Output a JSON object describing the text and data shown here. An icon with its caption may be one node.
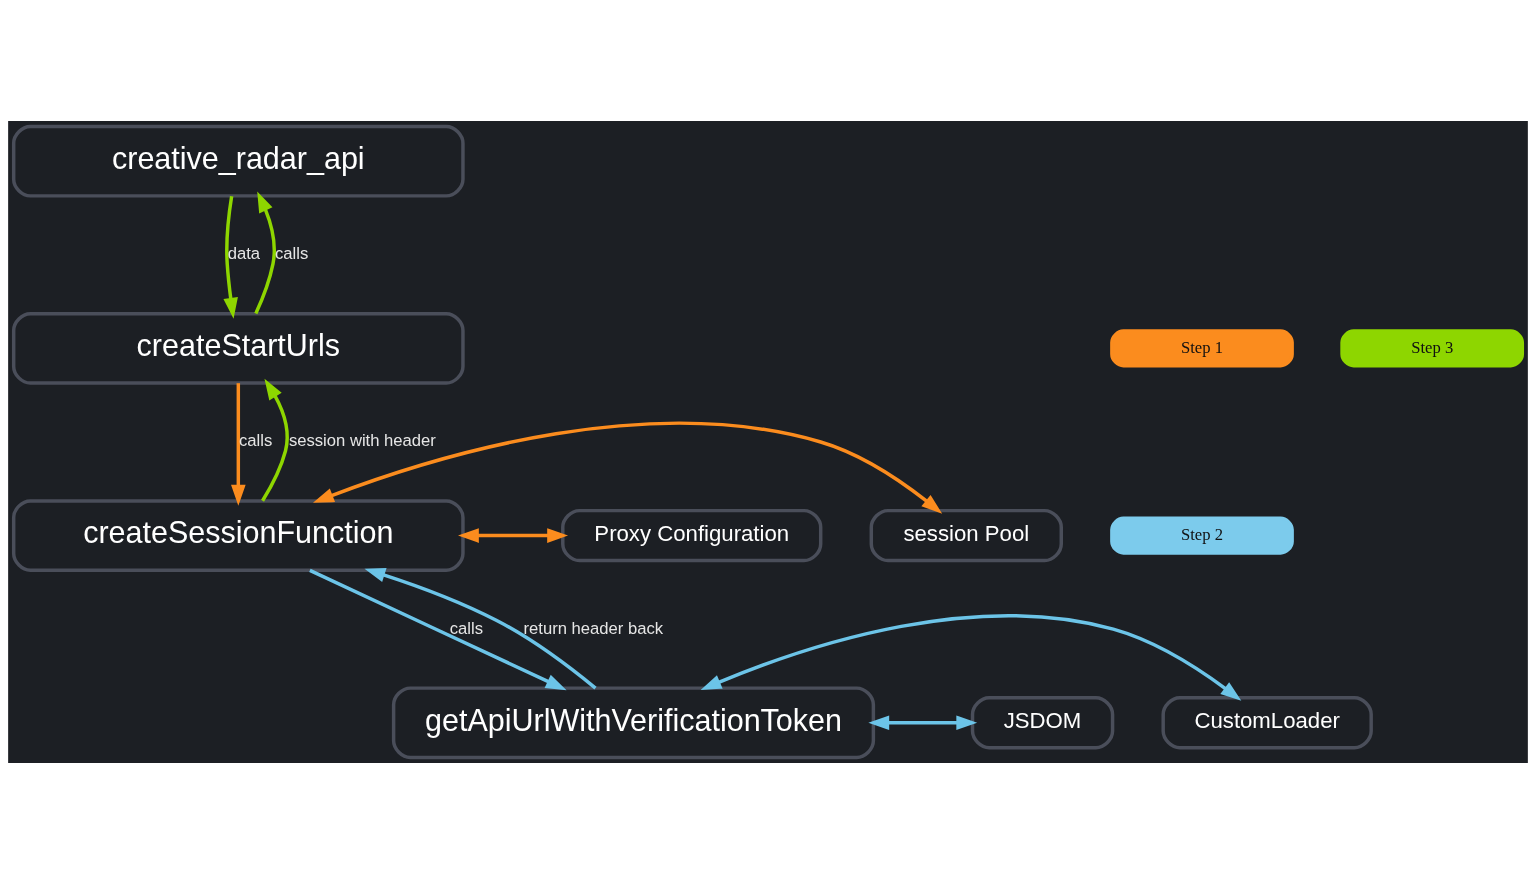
{
  "diagram": {
    "nodes": [
      {
        "text": [
          "creative_radar_api"
        ]
      },
      {
        "text": [
          "createStartUrls"
        ]
      },
      {
        "text": [
          "createSessionFunction"
        ]
      },
      {
        "text": [
          "getApiUrlWithVerificationToken"
        ]
      },
      {
        "text": [
          "session Pool"
        ]
      },
      {
        "text": [
          "Proxy Configuration"
        ]
      },
      {
        "text": [
          "CustomLoader"
        ]
      },
      {
        "text": [
          "JSDOM"
        ]
      },
      {
        "text": [
          "Step 1"
        ]
      },
      {
        "text": [
          "Step 2"
        ]
      },
      {
        "text": [
          "Step 3"
        ]
      }
    ],
    "edges": [
      {
        "from": 1,
        "to": 0,
        "arrow": "to",
        "label": "calls",
        "color": "#8ed600"
      },
      {
        "from": 0,
        "to": 1,
        "arrow": "to",
        "label": "data",
        "color": "#8ed600"
      },
      {
        "from": 1,
        "to": 2,
        "arrow": "to",
        "label": "calls",
        "color": "#fb8c1e"
      },
      {
        "from": 2,
        "to": 1,
        "arrow": "to",
        "label": "session with header",
        "color": "#8ed600"
      },
      {
        "from": 2,
        "to": 3,
        "arrow": "to",
        "label": "calls",
        "color": "#6cc4e8"
      },
      {
        "from": 3,
        "to": 2,
        "arrow": "to",
        "label": "return header back",
        "color": "#6cc4e8"
      },
      {
        "from": 2,
        "to": 4,
        "arrow": "both",
        "color": "#fb8c1e"
      },
      {
        "from": 2,
        "to": 5,
        "arrow": "both",
        "color": "#fb8c1e"
      },
      {
        "from": 3,
        "to": 6,
        "arrow": "both",
        "color": "#6cc4e8"
      },
      {
        "from": 3,
        "to": 7,
        "arrow": "both",
        "color": "#6cc4e8"
      }
    ]
  }
}
